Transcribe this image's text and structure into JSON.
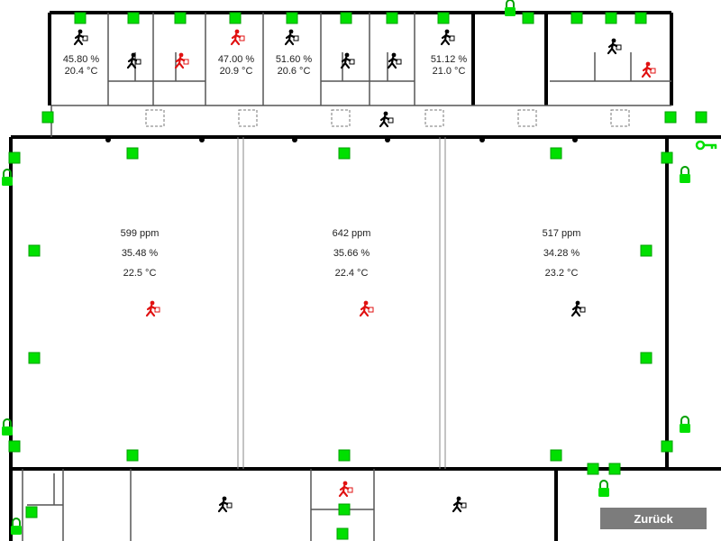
{
  "colors": {
    "wall": "#000000",
    "thin_wall": "#555555",
    "sensor": "#00e000",
    "sensor_border": "#00a000",
    "person_active": "#e01010",
    "person_idle": "#000000",
    "button_bg": "#7c7c7c",
    "button_text": "#ffffff"
  },
  "small_rooms": [
    {
      "humidity": "45.80 %",
      "temperature": "20.4 °C"
    },
    {
      "humidity": "47.00 %",
      "temperature": "20.9 °C"
    },
    {
      "humidity": "51.60 %",
      "temperature": "20.6 °C"
    },
    {
      "humidity": "51.12 %",
      "temperature": "21.0 °C"
    }
  ],
  "halls": [
    {
      "co2": "599 ppm",
      "humidity": "35.48 %",
      "temperature": "22.5 °C"
    },
    {
      "co2": "642 ppm",
      "humidity": "35.66 %",
      "temperature": "22.4 °C"
    },
    {
      "co2": "517 ppm",
      "humidity": "34.28 %",
      "temperature": "23.2 °C"
    }
  ],
  "back_button": {
    "label": "Zurück"
  },
  "icons": {
    "person": "person-walking-icon",
    "sensor": "sensor-square-icon",
    "lock": "padlock-icon",
    "key": "key-icon"
  },
  "occupancy": [
    {
      "state": "idle"
    },
    {
      "state": "idle"
    },
    {
      "state": "active"
    },
    {
      "state": "active"
    },
    {
      "state": "idle"
    },
    {
      "state": "idle"
    },
    {
      "state": "idle"
    },
    {
      "state": "idle"
    },
    {
      "state": "idle"
    },
    {
      "state": "active"
    },
    {
      "state": "idle"
    },
    {
      "state": "active"
    },
    {
      "state": "active"
    },
    {
      "state": "idle"
    },
    {
      "state": "active"
    },
    {
      "state": "idle"
    }
  ]
}
